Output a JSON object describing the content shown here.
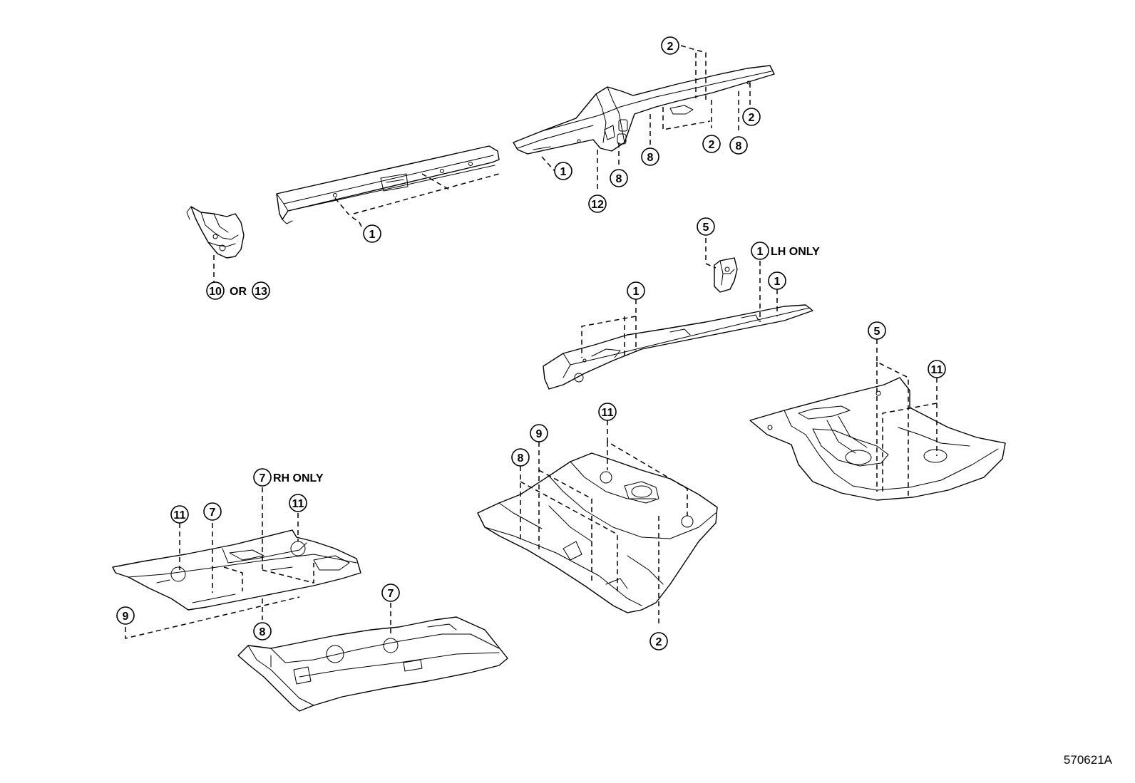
{
  "callouts": [
    {
      "id": "c2_top",
      "label": "2"
    },
    {
      "id": "c2_r1",
      "label": "2"
    },
    {
      "id": "c2_r2",
      "label": "2"
    },
    {
      "id": "c8_r1",
      "label": "8"
    },
    {
      "id": "c8_r2",
      "label": "8"
    },
    {
      "id": "c8_r3",
      "label": "8"
    },
    {
      "id": "c1_rail",
      "label": "1"
    },
    {
      "id": "c12_rail",
      "label": "12"
    },
    {
      "id": "c1_center",
      "label": "1"
    },
    {
      "id": "c10",
      "label": "10"
    },
    {
      "id": "c13",
      "label": "13"
    },
    {
      "id": "c5_top",
      "label": "5"
    },
    {
      "id": "c1_lh",
      "label": "1"
    },
    {
      "id": "c1_mid",
      "label": "1"
    },
    {
      "id": "c1_right",
      "label": "1"
    },
    {
      "id": "c5_rear",
      "label": "5"
    },
    {
      "id": "c11_rear",
      "label": "11"
    },
    {
      "id": "c11_mid",
      "label": "11"
    },
    {
      "id": "c9_mid",
      "label": "9"
    },
    {
      "id": "c8_mid",
      "label": "8"
    },
    {
      "id": "c2_bottom",
      "label": "2"
    },
    {
      "id": "c7_rh",
      "label": "7"
    },
    {
      "id": "c11_left",
      "label": "11"
    },
    {
      "id": "c7_left",
      "label": "7"
    },
    {
      "id": "c11_left2",
      "label": "11"
    },
    {
      "id": "c9_left",
      "label": "9"
    },
    {
      "id": "c8_left",
      "label": "8"
    },
    {
      "id": "c7_bottom",
      "label": "7"
    }
  ],
  "notes": {
    "or_text": "OR",
    "lh_only": "LH ONLY",
    "rh_only": "RH ONLY"
  },
  "figure_id": "570621A"
}
